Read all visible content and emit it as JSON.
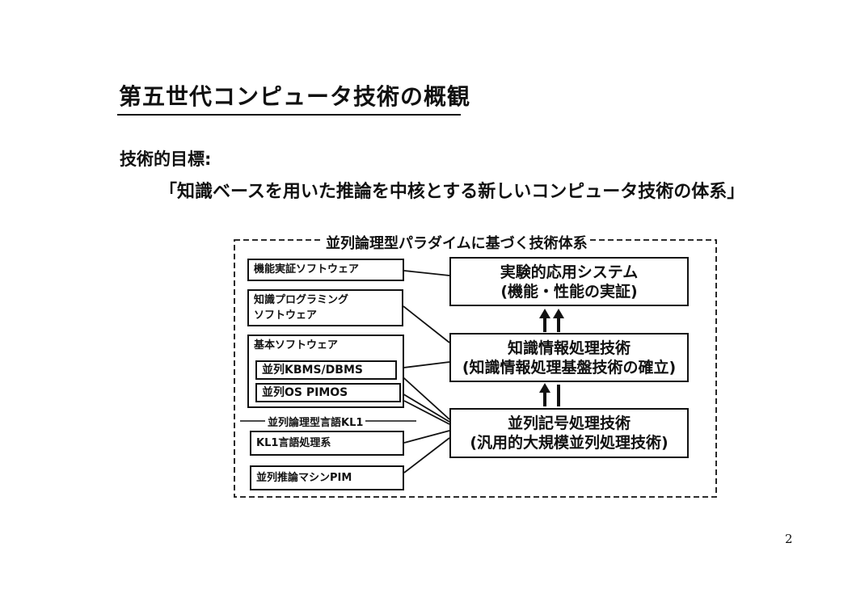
{
  "title": "第五世代コンピュータ技術の概観",
  "goal": {
    "label": "技術的目標:",
    "text": "「知識ベースを用いた推論を中核とする新しいコンピュータ技術の体系」"
  },
  "diagram": {
    "frame_title": "並列論理型パラダイムに基づく技術体系",
    "left": {
      "app_software": "機能実証ソフトウェア",
      "kp_software_line1": "知識プログラミング",
      "kp_software_line2": "ソフトウェア",
      "basic_software": "基本ソフトウェア",
      "kbms": "並列KBMS/DBMS",
      "os": "並列OS PIMOS",
      "lang_group": "並列論理型言語KL1",
      "kl1_processor": "KL1言語処理系",
      "pim": "並列推論マシンPIM"
    },
    "right": {
      "experimental_line1": "実験的応用システム",
      "experimental_line2": "(機能・性能の実証)",
      "knowledge_line1": "知識情報処理技術",
      "knowledge_line2": "(知識情報処理基盤技術の確立)",
      "symbolic_line1": "並列記号処理技術",
      "symbolic_line2": "(汎用的大規模並列処理技術)"
    }
  },
  "page_number": "2"
}
